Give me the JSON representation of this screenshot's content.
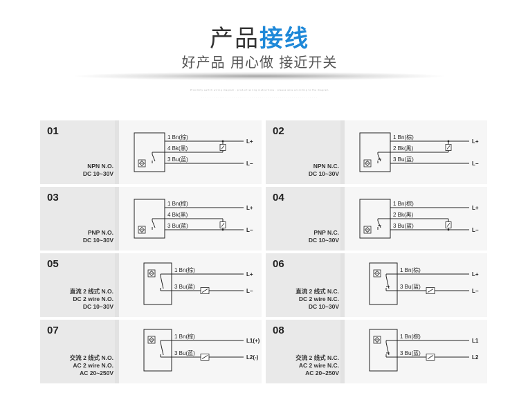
{
  "header": {
    "title_plain": "产品",
    "title_accent": "接线",
    "subtitle": "好产品 用心做 接近开关",
    "fineprint1": "Proximity switch wiring diagram · product wiring instructions · please wire according to the diagram",
    "fineprint2": "· · · · · · · · · · · · · · · · · · · · · · · · · · · · · · · · · · · · · · · · · · · · · · · · · · · · · · · · · ·"
  },
  "colors": {
    "accent": "#1e88d8",
    "card_bg": "#e9e9e9",
    "diagram_bg": "#f6f6f6",
    "line": "#222222"
  },
  "cards": [
    {
      "num": "01",
      "desc": [
        "NPN N.O.",
        "DC 10~30V"
      ],
      "type": "three_wire",
      "wires": [
        "1 Bn(棕)",
        "4 Bk(黑)",
        "3 Bu(蓝)"
      ],
      "terms": [
        "L+",
        "L−"
      ],
      "load": "top",
      "contact": "no"
    },
    {
      "num": "02",
      "desc": [
        "NPN N.C.",
        "DC 10~30V"
      ],
      "type": "three_wire",
      "wires": [
        "1 Bn(棕)",
        "2 Bk(黑)",
        "3 Bu(蓝)"
      ],
      "terms": [
        "L+",
        "L−"
      ],
      "load": "top",
      "contact": "nc"
    },
    {
      "num": "03",
      "desc": [
        "PNP N.O.",
        "DC 10~30V"
      ],
      "type": "three_wire",
      "wires": [
        "1 Bn(棕)",
        "4 Bk(黑)",
        "3 Bu(蓝)"
      ],
      "terms": [
        "L+",
        "L−"
      ],
      "load": "bottom",
      "contact": "no"
    },
    {
      "num": "04",
      "desc": [
        "PNP N.C.",
        "DC 10~30V"
      ],
      "type": "three_wire",
      "wires": [
        "1 Bn(棕)",
        "2 Bk(黑)",
        "3 Bu(蓝)"
      ],
      "terms": [
        "L+",
        "L−"
      ],
      "load": "bottom",
      "contact": "nc"
    },
    {
      "num": "05",
      "desc": [
        "直流 2 线式 N.O.",
        "DC 2 wire N.O.",
        "DC 10~30V"
      ],
      "type": "two_wire",
      "wires": [
        "1 Bn(棕)",
        "3 Bu(蓝)"
      ],
      "terms": [
        "L+",
        "L−"
      ],
      "contact": "no"
    },
    {
      "num": "06",
      "desc": [
        "直流 2 线式 N.C.",
        "DC 2 wire N.C.",
        "DC 10~30V"
      ],
      "type": "two_wire",
      "wires": [
        "1 Bn(棕)",
        "3 Bu(蓝)"
      ],
      "terms": [
        "L+",
        "L−"
      ],
      "contact": "nc"
    },
    {
      "num": "07",
      "desc": [
        "交流 2 线式 N.O.",
        "AC 2 wire N.O.",
        "AC 20~250V"
      ],
      "type": "two_wire",
      "wires": [
        "1 Bn(棕)",
        "3 Bu(蓝)"
      ],
      "terms": [
        "L1(+)",
        "L2(-)"
      ],
      "contact": "no"
    },
    {
      "num": "08",
      "desc": [
        "交流 2 线式 N.C.",
        "AC 2 wire N.C.",
        "AC  20~250V"
      ],
      "type": "two_wire",
      "wires": [
        "1 Bn(棕)",
        "3 Bu(蓝)"
      ],
      "terms": [
        "L1",
        "L2"
      ],
      "contact": "nc"
    }
  ]
}
